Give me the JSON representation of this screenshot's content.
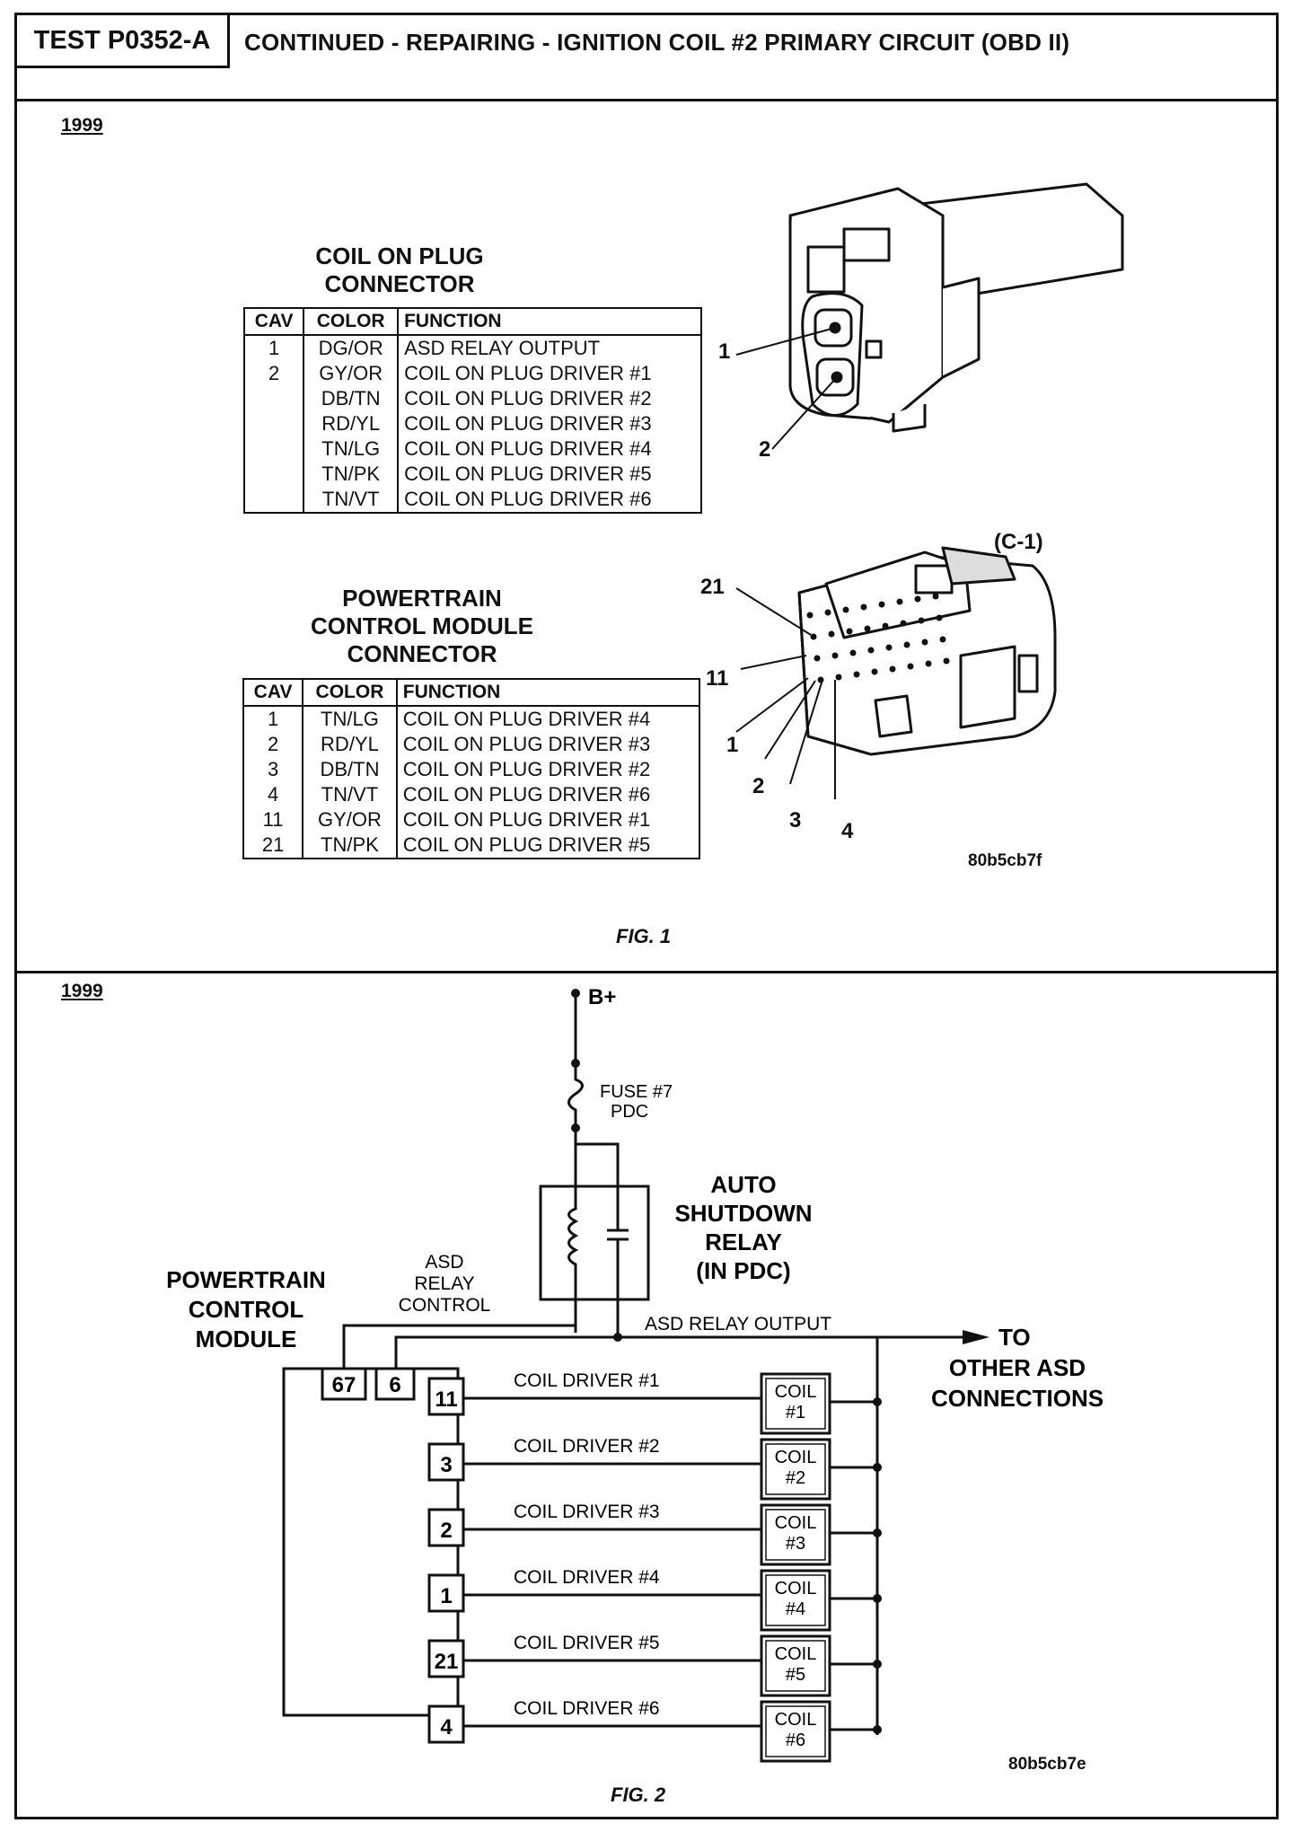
{
  "header": {
    "test_id": "TEST P0352-A",
    "title": "CONTINUED - REPAIRING - IGNITION COIL #2 PRIMARY CIRCUIT (OBD II)"
  },
  "fig1": {
    "year": "1999",
    "caption": "FIG. 1",
    "code": "80b5cb7f",
    "coil_connector": {
      "title_line1": "COIL ON PLUG",
      "title_line2": "CONNECTOR",
      "headers": [
        "CAV",
        "COLOR",
        "FUNCTION"
      ],
      "rows": [
        {
          "cav": "1",
          "color": "DG/OR",
          "function": "ASD RELAY OUTPUT"
        },
        {
          "cav": "2",
          "color": "GY/OR",
          "function": "COIL ON PLUG DRIVER #1"
        },
        {
          "cav": "",
          "color": "DB/TN",
          "function": "COIL ON PLUG DRIVER #2"
        },
        {
          "cav": "",
          "color": "RD/YL",
          "function": "COIL ON PLUG DRIVER #3"
        },
        {
          "cav": "",
          "color": "TN/LG",
          "function": "COIL ON PLUG DRIVER #4"
        },
        {
          "cav": "",
          "color": "TN/PK",
          "function": "COIL ON PLUG DRIVER #5"
        },
        {
          "cav": "",
          "color": "TN/VT",
          "function": "COIL ON PLUG DRIVER #6"
        }
      ],
      "pin_labels": [
        "1",
        "2"
      ]
    },
    "pcm_connector": {
      "title_line1": "POWERTRAIN",
      "title_line2": "CONTROL MODULE",
      "title_line3": "CONNECTOR",
      "headers": [
        "CAV",
        "COLOR",
        "FUNCTION"
      ],
      "rows": [
        {
          "cav": "1",
          "color": "TN/LG",
          "function": "COIL ON PLUG DRIVER #4"
        },
        {
          "cav": "2",
          "color": "RD/YL",
          "function": "COIL ON PLUG DRIVER #3"
        },
        {
          "cav": "3",
          "color": "DB/TN",
          "function": "COIL ON PLUG DRIVER #2"
        },
        {
          "cav": "4",
          "color": "TN/VT",
          "function": "COIL ON PLUG DRIVER #6"
        },
        {
          "cav": "11",
          "color": "GY/OR",
          "function": "COIL ON PLUG DRIVER #1"
        },
        {
          "cav": "21",
          "color": "TN/PK",
          "function": "COIL ON PLUG DRIVER #5"
        }
      ],
      "connector_id": "(C-1)",
      "pin_labels": [
        "21",
        "11",
        "1",
        "2",
        "3",
        "4"
      ]
    }
  },
  "fig2": {
    "year": "1999",
    "caption": "FIG. 2",
    "code": "80b5cb7e",
    "b_plus": "B+",
    "fuse_line1": "FUSE #7",
    "fuse_line2": "PDC",
    "relay_line1": "AUTO",
    "relay_line2": "SHUTDOWN",
    "relay_line3": "RELAY",
    "relay_line4": "(IN PDC)",
    "asd_ctrl_line1": "ASD",
    "asd_ctrl_line2": "RELAY",
    "asd_ctrl_line3": "CONTROL",
    "asd_output": "ASD RELAY OUTPUT",
    "pcm_line1": "POWERTRAIN",
    "pcm_line2": "CONTROL",
    "pcm_line3": "MODULE",
    "to_line1": "TO",
    "to_line2": "OTHER ASD",
    "to_line3": "CONNECTIONS",
    "pcm_top_pins": [
      "67",
      "6"
    ],
    "coil_word": "COIL",
    "drivers": [
      {
        "pin": "11",
        "label": "COIL DRIVER #1",
        "coil": "#1"
      },
      {
        "pin": "3",
        "label": "COIL DRIVER #2",
        "coil": "#2"
      },
      {
        "pin": "2",
        "label": "COIL DRIVER #3",
        "coil": "#3"
      },
      {
        "pin": "1",
        "label": "COIL DRIVER #4",
        "coil": "#4"
      },
      {
        "pin": "21",
        "label": "COIL DRIVER #5",
        "coil": "#5"
      },
      {
        "pin": "4",
        "label": "COIL DRIVER #6",
        "coil": "#6"
      }
    ]
  }
}
